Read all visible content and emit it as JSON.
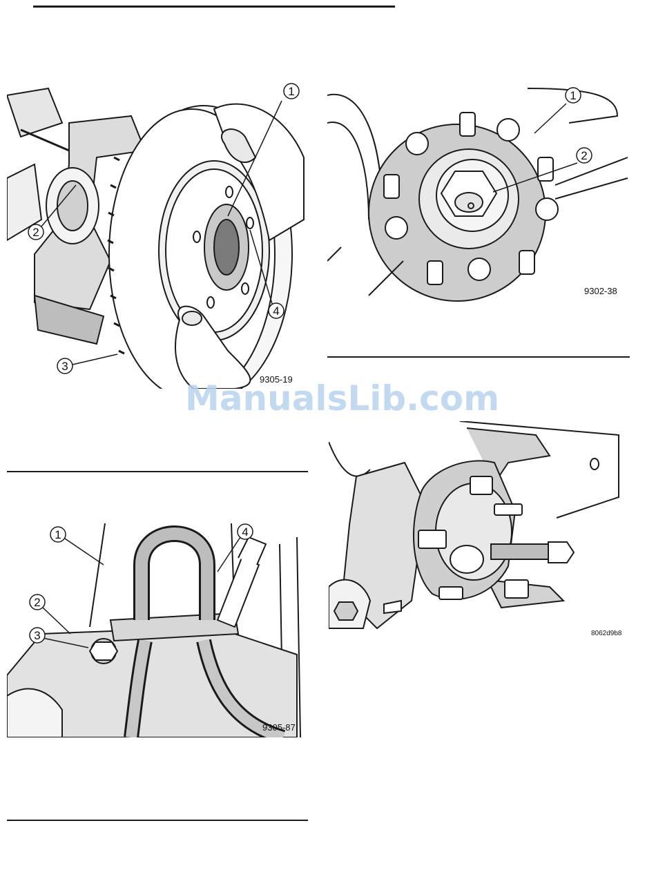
{
  "watermark": {
    "text": "ManualsLib.com"
  },
  "figures": [
    {
      "id": "rotor",
      "code": "9305-19",
      "callouts": [
        "1",
        "2",
        "3",
        "4"
      ]
    },
    {
      "id": "hub",
      "code": "9302-38",
      "callouts": [
        "1",
        "2"
      ]
    },
    {
      "id": "hose",
      "code": "9305-87",
      "callouts": [
        "1",
        "2",
        "3",
        "4"
      ]
    },
    {
      "id": "knuckle",
      "code": "8062d9b8",
      "callouts": []
    }
  ],
  "colors": {
    "ink": "#1a1a1a",
    "shade": "#cfcfcf",
    "watermark": "#b9d3ee"
  }
}
